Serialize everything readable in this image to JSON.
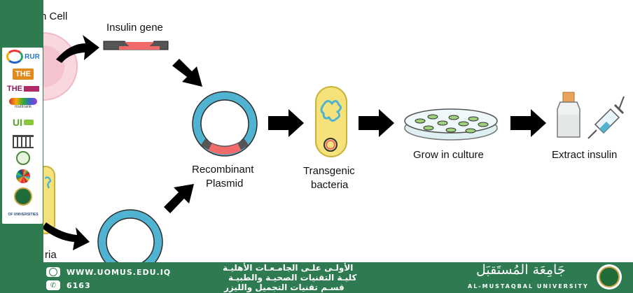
{
  "labels": {
    "human_cell": "n Cell",
    "insulin_gene": "Insulin gene",
    "bacteria": "ria",
    "recombinant_plasmid_line1": "Recombinant",
    "recombinant_plasmid_line2": "Plasmid",
    "transgenic_line1": "Transgenic",
    "transgenic_line2": "bacteria",
    "grow_in_culture": "Grow in culture",
    "extract_insulin": "Extract insulin"
  },
  "logos": [
    {
      "name": "rur-logo",
      "text": "RUR"
    },
    {
      "name": "the-logo",
      "text": "THE"
    },
    {
      "name": "the-impact-logo",
      "text": "THE"
    },
    {
      "name": "multirank-logo",
      "text": "multirank"
    },
    {
      "name": "ui-greenmetric-logo",
      "text": "UI"
    },
    {
      "name": "building-logo",
      "text": ""
    },
    {
      "name": "emblem-logo-1",
      "text": ""
    },
    {
      "name": "sdg-wheel-logo",
      "text": ""
    },
    {
      "name": "emblem-logo-2",
      "text": ""
    },
    {
      "name": "of-universities-logo",
      "text": "OF UNIVERSITIES"
    }
  ],
  "footer": {
    "website": "WWW.UOMUS.EDU.IQ",
    "phone": "6163",
    "arabic_line1": "الأولـى علـى الجامـعـات الأهليـة",
    "arabic_line2": "كليـة التقنيات الصحيـة والطبيـة",
    "arabic_line3": "قسـم تقنيات التجميل والليزر",
    "university_arabic": "جَامِعَة المُستَقبَل",
    "university_english": "AL-MUSTAQBAL UNIVERSITY"
  }
}
